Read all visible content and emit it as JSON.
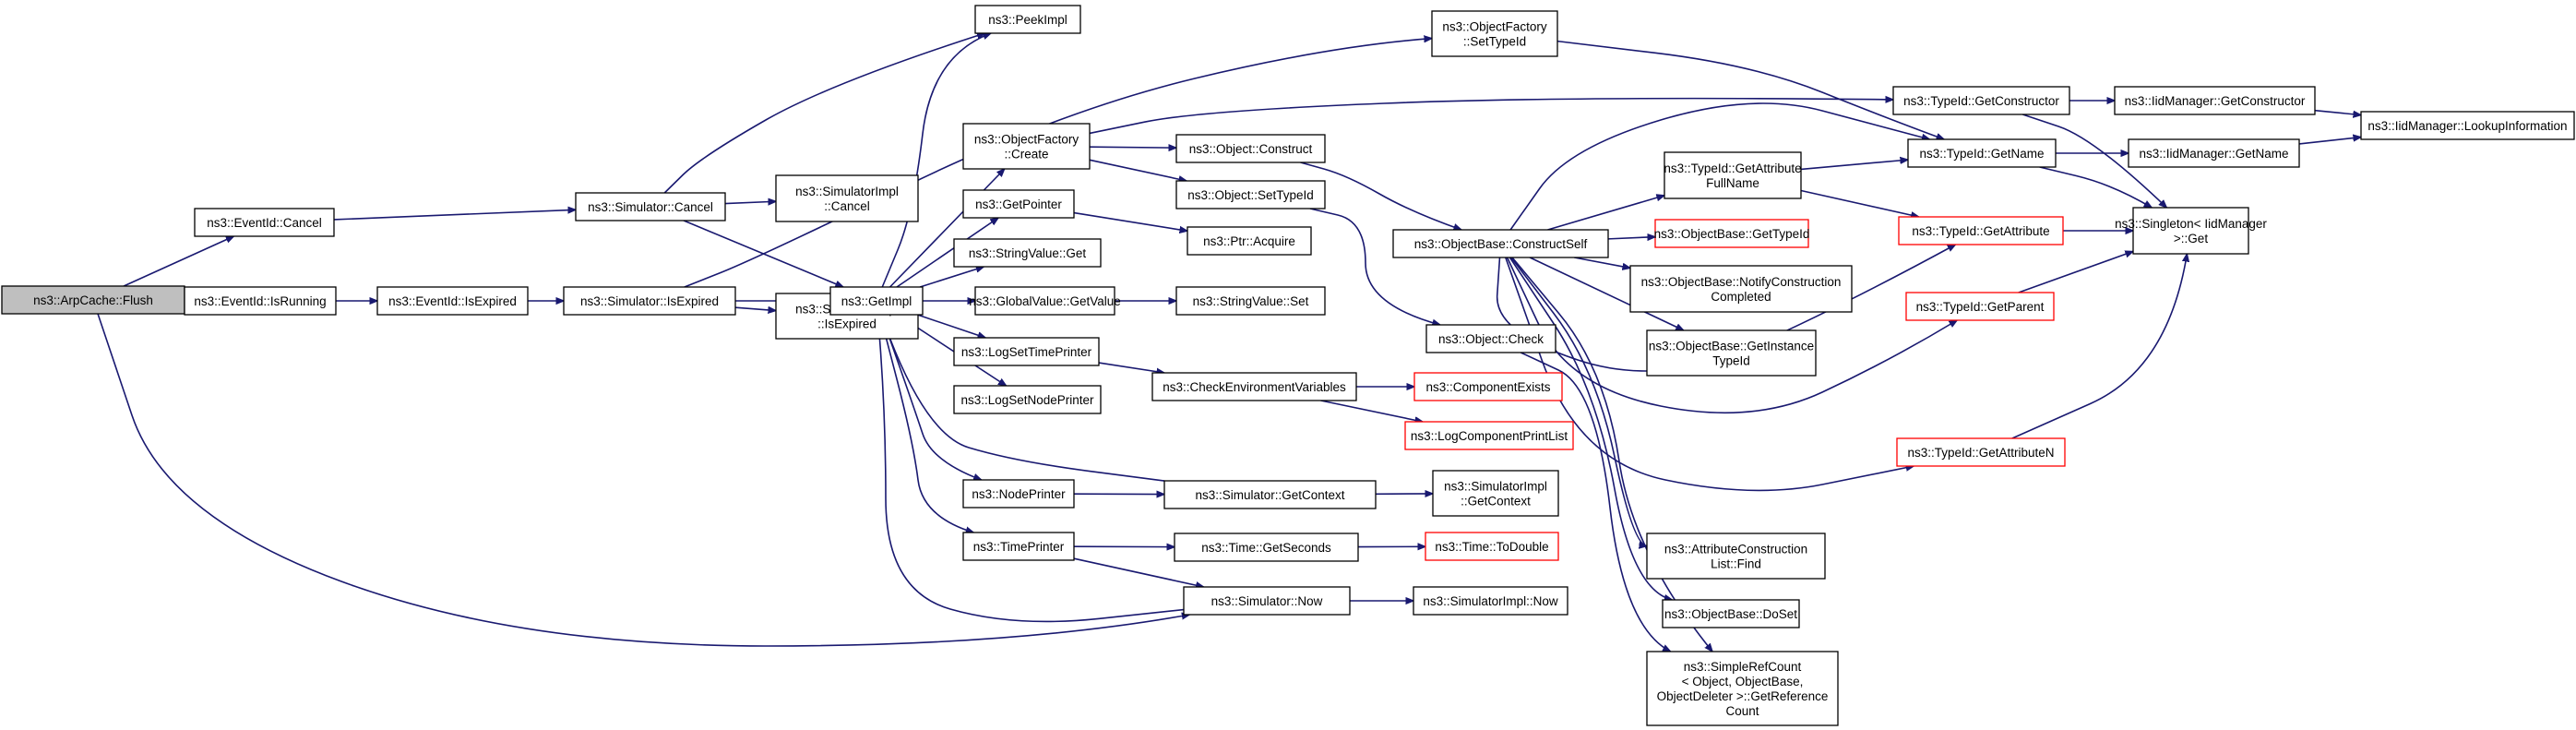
{
  "colors": {
    "edge": "#191970",
    "node_border": "#000000",
    "node_border_truncated": "#ff0000",
    "root_fill": "#bfbfbf"
  },
  "nodes": {
    "flush": {
      "lines": [
        "ns3::ArpCache::Flush"
      ],
      "style": "root"
    },
    "eventid_cancel": {
      "lines": [
        "ns3::EventId::Cancel"
      ]
    },
    "eventid_isrunning": {
      "lines": [
        "ns3::EventId::IsRunning"
      ]
    },
    "eventid_isexpired": {
      "lines": [
        "ns3::EventId::IsExpired"
      ]
    },
    "sim_cancel": {
      "lines": [
        "ns3::Simulator::Cancel"
      ]
    },
    "sim_isexpired": {
      "lines": [
        "ns3::Simulator::IsExpired"
      ]
    },
    "simimpl_cancel": {
      "lines": [
        "ns3::SimulatorImpl",
        "::Cancel"
      ]
    },
    "simimpl_isexpired": {
      "lines": [
        "ns3::SimulatorImpl",
        "::IsExpired"
      ]
    },
    "peekimpl": {
      "lines": [
        "ns3::PeekImpl"
      ]
    },
    "getimpl": {
      "lines": [
        "ns3::GetImpl"
      ]
    },
    "objfactory_create": {
      "lines": [
        "ns3::ObjectFactory",
        "::Create"
      ]
    },
    "objfactory_settypeid": {
      "lines": [
        "ns3::ObjectFactory",
        "::SetTypeId"
      ]
    },
    "getpointer": {
      "lines": [
        "ns3::GetPointer"
      ]
    },
    "stringvalue_get": {
      "lines": [
        "ns3::StringValue::Get"
      ]
    },
    "globalvalue_getvalue": {
      "lines": [
        "ns3::GlobalValue::GetValue"
      ]
    },
    "logsettimeprinter": {
      "lines": [
        "ns3::LogSetTimePrinter"
      ]
    },
    "logsetnodeprinter": {
      "lines": [
        "ns3::LogSetNodePrinter"
      ]
    },
    "nodeprinter": {
      "lines": [
        "ns3::NodePrinter"
      ]
    },
    "timeprinter": {
      "lines": [
        "ns3::TimePrinter"
      ]
    },
    "object_construct": {
      "lines": [
        "ns3::Object::Construct"
      ]
    },
    "object_settypeid": {
      "lines": [
        "ns3::Object::SetTypeId"
      ]
    },
    "ptr_acquire": {
      "lines": [
        "ns3::Ptr::Acquire"
      ]
    },
    "stringvalue_set": {
      "lines": [
        "ns3::StringValue::Set"
      ]
    },
    "checkenv": {
      "lines": [
        "ns3::CheckEnvironmentVariables"
      ]
    },
    "sim_getcontext": {
      "lines": [
        "ns3::Simulator::GetContext"
      ]
    },
    "time_getseconds": {
      "lines": [
        "ns3::Time::GetSeconds"
      ]
    },
    "sim_now": {
      "lines": [
        "ns3::Simulator::Now"
      ]
    },
    "objbase_constructself": {
      "lines": [
        "ns3::ObjectBase::ConstructSelf"
      ]
    },
    "object_check": {
      "lines": [
        "ns3::Object::Check"
      ]
    },
    "componentexists": {
      "lines": [
        "ns3::ComponentExists"
      ],
      "style": "truncated"
    },
    "logcomponentprintlist": {
      "lines": [
        "ns3::LogComponentPrintList"
      ],
      "style": "truncated"
    },
    "simimpl_getcontext": {
      "lines": [
        "ns3::SimulatorImpl",
        "::GetContext"
      ]
    },
    "time_todouble": {
      "lines": [
        "ns3::Time::ToDouble"
      ],
      "style": "truncated"
    },
    "simimpl_now": {
      "lines": [
        "ns3::SimulatorImpl::Now"
      ]
    },
    "typeid_getattributefullname": {
      "lines": [
        "ns3::TypeId::GetAttribute",
        "FullName"
      ]
    },
    "objbase_gettypeid": {
      "lines": [
        "ns3::ObjectBase::GetTypeId"
      ],
      "style": "truncated"
    },
    "objbase_notifyconstruction": {
      "lines": [
        "ns3::ObjectBase::NotifyConstruction",
        "Completed"
      ]
    },
    "objbase_getinstancetypeid": {
      "lines": [
        "ns3::ObjectBase::GetInstance",
        "TypeId"
      ]
    },
    "attrconstructionlist_find": {
      "lines": [
        "ns3::AttributeConstruction",
        "List::Find"
      ]
    },
    "objbase_doset": {
      "lines": [
        "ns3::ObjectBase::DoSet"
      ]
    },
    "simplerefcount": {
      "lines": [
        "ns3::SimpleRefCount",
        "< Object, ObjectBase,",
        "ObjectDeleter >::GetReference",
        "Count"
      ]
    },
    "typeid_getconstructor": {
      "lines": [
        "ns3::TypeId::GetConstructor"
      ]
    },
    "typeid_getname": {
      "lines": [
        "ns3::TypeId::GetName"
      ]
    },
    "typeid_getattribute": {
      "lines": [
        "ns3::TypeId::GetAttribute"
      ],
      "style": "truncated"
    },
    "typeid_getparent": {
      "lines": [
        "ns3::TypeId::GetParent"
      ],
      "style": "truncated"
    },
    "typeid_getattributen": {
      "lines": [
        "ns3::TypeId::GetAttributeN"
      ],
      "style": "truncated"
    },
    "iidmanager_getconstructor": {
      "lines": [
        "ns3::IidManager::GetConstructor"
      ]
    },
    "iidmanager_getname": {
      "lines": [
        "ns3::IidManager::GetName"
      ]
    },
    "iidmanager_lookupinformation": {
      "lines": [
        "ns3::IidManager::LookupInformation"
      ]
    },
    "singleton_get": {
      "lines": [
        "ns3::Singleton< IidManager",
        ">::Get"
      ]
    }
  },
  "edges": [
    [
      "flush",
      "eventid_cancel"
    ],
    [
      "flush",
      "eventid_isrunning"
    ],
    [
      "flush",
      "sim_now"
    ],
    [
      "eventid_cancel",
      "sim_cancel"
    ],
    [
      "eventid_isrunning",
      "eventid_isexpired"
    ],
    [
      "eventid_isexpired",
      "sim_isexpired"
    ],
    [
      "sim_cancel",
      "peekimpl"
    ],
    [
      "sim_cancel",
      "simimpl_cancel"
    ],
    [
      "sim_cancel",
      "getimpl"
    ],
    [
      "sim_isexpired",
      "getimpl"
    ],
    [
      "sim_isexpired",
      "simimpl_isexpired"
    ],
    [
      "sim_isexpired",
      "objfactory_settypeid"
    ],
    [
      "getimpl",
      "peekimpl"
    ],
    [
      "getimpl",
      "objfactory_create"
    ],
    [
      "getimpl",
      "getpointer"
    ],
    [
      "getimpl",
      "stringvalue_get"
    ],
    [
      "getimpl",
      "globalvalue_getvalue"
    ],
    [
      "getimpl",
      "logsettimeprinter"
    ],
    [
      "getimpl",
      "logsetnodeprinter"
    ],
    [
      "getimpl",
      "nodeprinter"
    ],
    [
      "getimpl",
      "timeprinter"
    ],
    [
      "objfactory_create",
      "object_construct"
    ],
    [
      "objfactory_create",
      "object_settypeid"
    ],
    [
      "objfactory_create",
      "typeid_getconstructor"
    ],
    [
      "objfactory_settypeid",
      "typeid_getname"
    ],
    [
      "getpointer",
      "ptr_acquire"
    ],
    [
      "globalvalue_getvalue",
      "stringvalue_set"
    ],
    [
      "logsettimeprinter",
      "checkenv"
    ],
    [
      "nodeprinter",
      "sim_getcontext"
    ],
    [
      "timeprinter",
      "time_getseconds"
    ],
    [
      "timeprinter",
      "sim_now"
    ],
    [
      "sim_getcontext",
      "getimpl"
    ],
    [
      "sim_now",
      "getimpl"
    ],
    [
      "object_construct",
      "objbase_constructself"
    ],
    [
      "object_settypeid",
      "object_check"
    ],
    [
      "checkenv",
      "componentexists"
    ],
    [
      "checkenv",
      "logcomponentprintlist"
    ],
    [
      "sim_getcontext",
      "simimpl_getcontext"
    ],
    [
      "time_getseconds",
      "time_todouble"
    ],
    [
      "sim_now",
      "simimpl_now"
    ],
    [
      "objbase_constructself",
      "typeid_getattributefullname"
    ],
    [
      "objbase_constructself",
      "objbase_gettypeid"
    ],
    [
      "objbase_constructself",
      "objbase_notifyconstruction"
    ],
    [
      "objbase_constructself",
      "objbase_getinstancetypeid"
    ],
    [
      "objbase_constructself",
      "attrconstructionlist_find"
    ],
    [
      "objbase_constructself",
      "objbase_doset"
    ],
    [
      "objbase_constructself",
      "simplerefcount"
    ],
    [
      "objbase_constructself",
      "typeid_getname"
    ],
    [
      "objbase_constructself",
      "typeid_getattribute"
    ],
    [
      "objbase_constructself",
      "typeid_getparent"
    ],
    [
      "objbase_constructself",
      "typeid_getattributen"
    ],
    [
      "object_check",
      "simplerefcount"
    ],
    [
      "typeid_getattributefullname",
      "typeid_getname"
    ],
    [
      "typeid_getattributefullname",
      "typeid_getattribute"
    ],
    [
      "typeid_getconstructor",
      "iidmanager_getconstructor"
    ],
    [
      "typeid_getconstructor",
      "singleton_get"
    ],
    [
      "typeid_getname",
      "iidmanager_getname"
    ],
    [
      "typeid_getname",
      "singleton_get"
    ],
    [
      "typeid_getattribute",
      "singleton_get"
    ],
    [
      "typeid_getparent",
      "singleton_get"
    ],
    [
      "typeid_getattributen",
      "singleton_get"
    ],
    [
      "iidmanager_getconstructor",
      "iidmanager_lookupinformation"
    ],
    [
      "iidmanager_getname",
      "iidmanager_lookupinformation"
    ]
  ]
}
